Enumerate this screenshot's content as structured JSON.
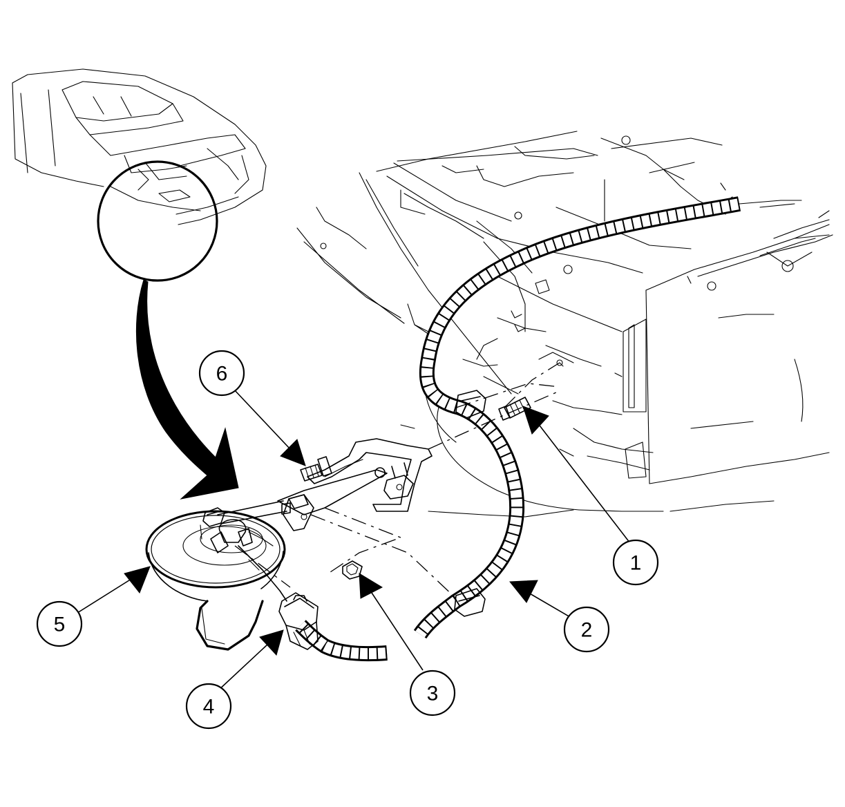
{
  "callouts": [
    {
      "id": 1,
      "label": "1"
    },
    {
      "id": 2,
      "label": "2"
    },
    {
      "id": 3,
      "label": "3"
    },
    {
      "id": 4,
      "label": "4"
    },
    {
      "id": 5,
      "label": "5"
    },
    {
      "id": 6,
      "label": "6"
    }
  ]
}
